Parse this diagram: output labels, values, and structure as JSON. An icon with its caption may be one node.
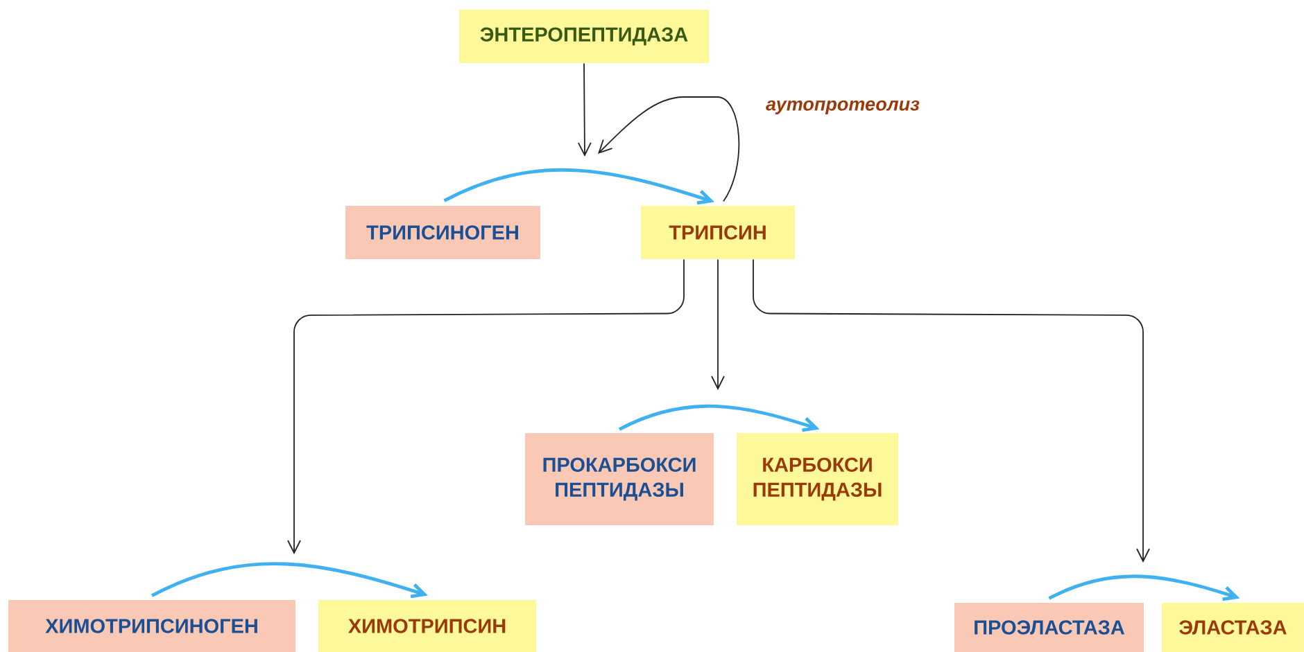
{
  "diagram": {
    "nodes": [
      {
        "text": [
          "ЭНТЕРОПЕПТИДАЗА"
        ]
      },
      {
        "text": [
          "ТРИПСИНОГЕН"
        ]
      },
      {
        "text": [
          "ТРИПСИН"
        ]
      },
      {
        "text": [
          "ПРОКАРБОКСИ ПЕПТИДАЗЫ"
        ]
      },
      {
        "text": [
          "КАРБОКСИ ПЕПТИДАЗЫ"
        ]
      },
      {
        "text": [
          "ХИМОТРИПСИНОГЕН"
        ]
      },
      {
        "text": [
          "ХИМОТРИПСИН"
        ]
      },
      {
        "text": [
          "ПРОЭЛАСТАЗА"
        ]
      },
      {
        "text": [
          "ЭЛАСТАЗА"
        ]
      }
    ],
    "edges": [
      {
        "from": 1,
        "to": 2,
        "arrow": "to",
        "style": "thick",
        "color": "#3fb0f0"
      },
      {
        "from": 0,
        "to": null,
        "arrow": "to"
      },
      {
        "from": 2,
        "to": null,
        "arrow": "to",
        "label": "аутопротеолиз"
      },
      {
        "from": 2,
        "to": null,
        "arrow": "to"
      },
      {
        "from": 3,
        "to": 4,
        "arrow": "to",
        "style": "thick",
        "color": "#3fb0f0"
      },
      {
        "from": 2,
        "to": null,
        "arrow": "to"
      },
      {
        "from": 5,
        "to": 6,
        "arrow": "to",
        "style": "thick",
        "color": "#3fb0f0"
      },
      {
        "from": 2,
        "to": null,
        "arrow": "to"
      },
      {
        "from": 7,
        "to": 8,
        "arrow": "to",
        "style": "thick",
        "color": "#3fb0f0"
      }
    ]
  }
}
